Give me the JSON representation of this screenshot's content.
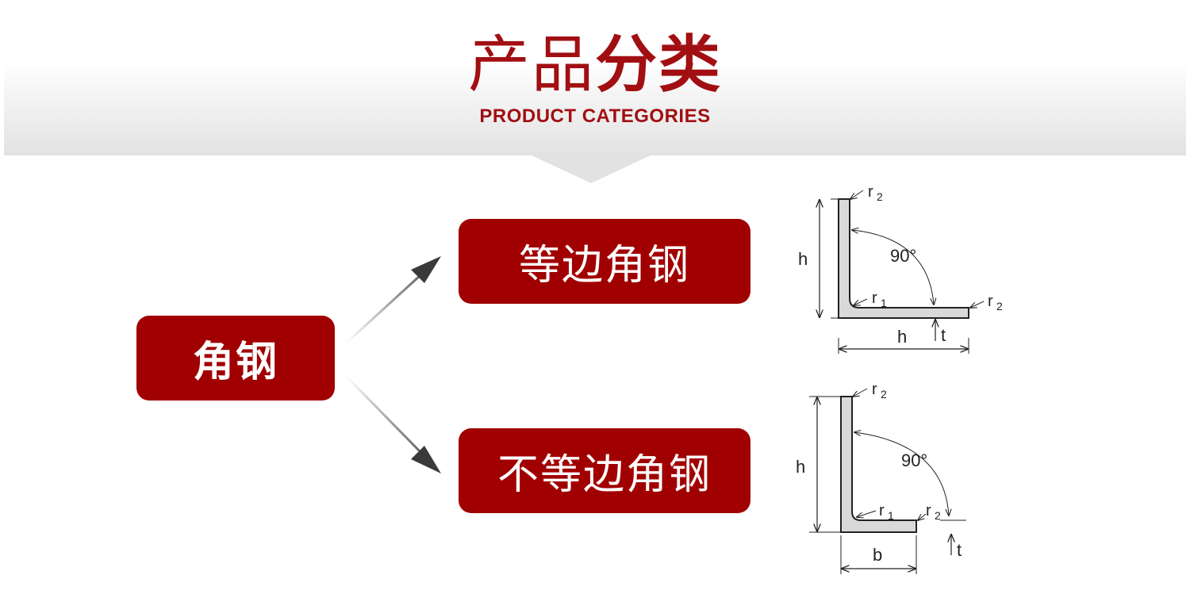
{
  "header": {
    "title_part1": "产品",
    "title_part2": "分类",
    "subtitle": "PRODUCT CATEGORIES"
  },
  "categories": {
    "main": "角钢",
    "equal": "等边角钢",
    "unequal": "不等边角钢"
  },
  "equal_diagram": {
    "r2_top": "r",
    "r2_top_sub": "2",
    "angle": "90°",
    "r1": "r",
    "r1_sub": "1",
    "r2_right": "r",
    "r2_right_sub": "2",
    "height": "h",
    "width": "h",
    "thickness": "t"
  },
  "unequal_diagram": {
    "r2_top": "r",
    "r2_top_sub": "2",
    "angle": "90°",
    "r1": "r",
    "r1_sub": "1",
    "r2_right": "r",
    "r2_right_sub": "2",
    "height": "h",
    "width": "b",
    "thickness": "t"
  },
  "colors": {
    "brand_red": "#a10f12",
    "box_red": "#a10000",
    "arrow": "#3a3a3a",
    "profile_fill": "#d9d9d9"
  }
}
